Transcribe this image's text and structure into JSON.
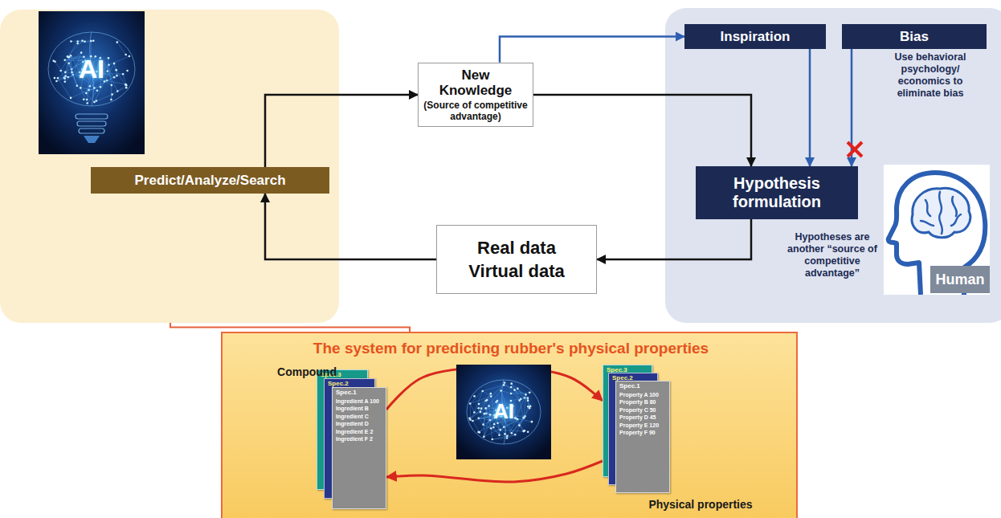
{
  "diagram": {
    "nodes": [
      {
        "text": []
      },
      {
        "text": [
          "AI"
        ],
        "in": 0
      },
      {
        "text": [
          "Predict/Analyze/Search"
        ],
        "in": 0
      },
      {
        "text": [
          "New Knowledge",
          "(Source of competitive advantage)"
        ]
      },
      {
        "text": [
          "Use behavioral psychology/ economics to eliminate bias",
          "Hypotheses are another “source of competitive advantage”"
        ]
      },
      {
        "text": [
          "Inspiration"
        ],
        "in": 4
      },
      {
        "text": [
          "Bias"
        ],
        "in": 4
      },
      {
        "text": [
          "Hypothesis formulation"
        ],
        "in": 4
      },
      {
        "text": [
          "Human"
        ],
        "in": 4
      },
      {
        "text": [
          "Real data",
          "Virtual data"
        ]
      },
      {
        "text": [
          "The system for predicting rubber's physical properties",
          "Compound",
          "Physical properties"
        ]
      },
      {
        "text": [
          "AI"
        ],
        "in": 10
      },
      {
        "text": [
          "Spec.3"
        ],
        "in": 10
      },
      {
        "text": [
          "Spec.2"
        ],
        "in": 10
      },
      {
        "text": [
          "Spec.1",
          "Ingredient A 100",
          "Ingredient B",
          "Ingredient C",
          "Ingredient D",
          "Ingredient E 2",
          "Ingredient F 2"
        ],
        "in": 10
      },
      {
        "text": [
          "Spec.3"
        ],
        "in": 10
      },
      {
        "text": [
          "Spec.2"
        ],
        "in": 10
      },
      {
        "text": [
          "Spec.1",
          "Property A 100",
          "Property B 80",
          "Property C 50",
          "Property D 45",
          "Property E 120",
          "Property F 90"
        ],
        "in": 10
      }
    ],
    "edges": [
      {
        "from": 2,
        "to": 3,
        "arrow": "to"
      },
      {
        "from": 3,
        "to": 5,
        "arrow": "to"
      },
      {
        "from": 3,
        "to": 7,
        "arrow": "to"
      },
      {
        "from": 5,
        "to": 7,
        "arrow": "to"
      },
      {
        "from": 6,
        "to": 7,
        "arrow": "to"
      },
      {
        "from": 7,
        "to": 9,
        "arrow": "to"
      },
      {
        "from": 9,
        "to": 2,
        "arrow": "to"
      },
      {
        "from": 0,
        "to": 10,
        "arrow": "none"
      },
      {
        "from": 14,
        "to": 15,
        "arrow": "to"
      },
      {
        "from": 15,
        "to": 14,
        "arrow": "to"
      }
    ]
  }
}
